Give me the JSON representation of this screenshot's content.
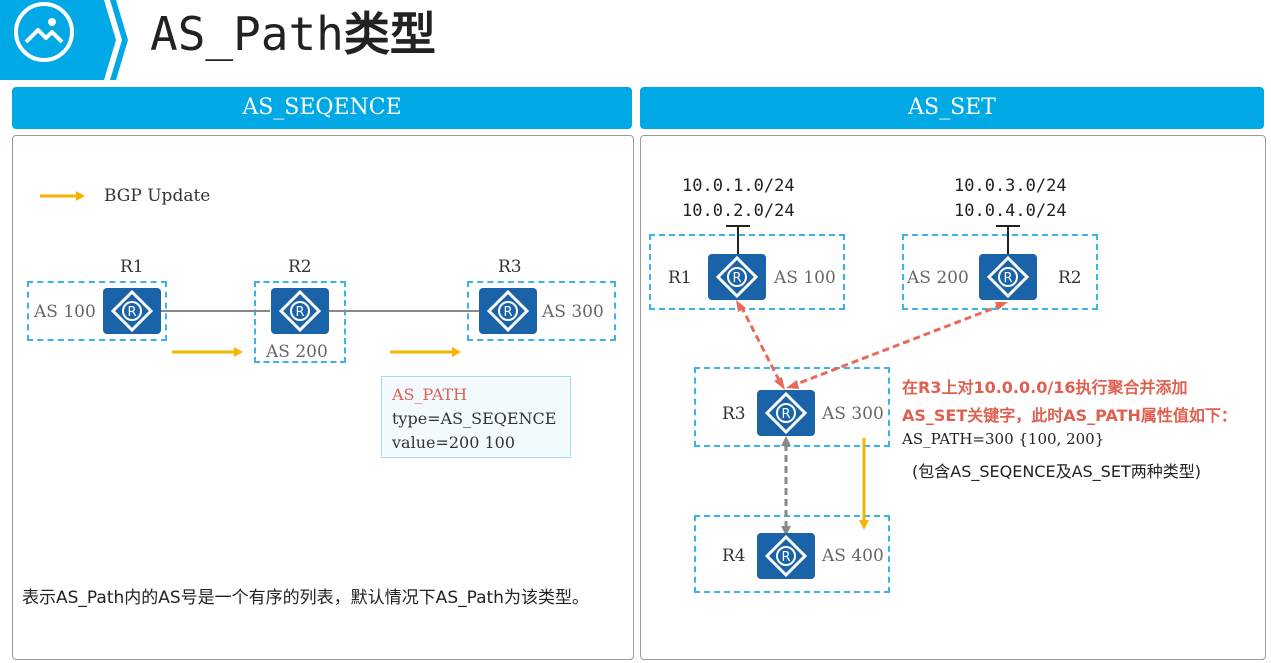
{
  "header": {
    "title_prefix": "AS_Path",
    "title_suffix": "类型",
    "icon": "image-icon",
    "accent_color": "#00a9e6"
  },
  "left": {
    "heading": "AS_SEQENCE",
    "legend_label": "BGP Update",
    "routers": [
      {
        "name": "R1",
        "as": "AS 100"
      },
      {
        "name": "R2",
        "as": "AS 200"
      },
      {
        "name": "R3",
        "as": "AS 300"
      }
    ],
    "aspath_box": {
      "title": "AS_PATH",
      "line1": "type=AS_SEQENCE",
      "line2": "value=200 100"
    },
    "description": "表示AS_Path内的AS号是一个有序的列表，默认情况下AS_Path为该类型。"
  },
  "right": {
    "heading": "AS_SET",
    "r1_prefixes": [
      "10.0.1.0/24",
      "10.0.2.0/24"
    ],
    "r2_prefixes": [
      "10.0.3.0/24",
      "10.0.4.0/24"
    ],
    "routers": [
      {
        "name": "R1",
        "as": "AS 100"
      },
      {
        "name": "R2",
        "as": "AS 200"
      },
      {
        "name": "R3",
        "as": "AS 300"
      },
      {
        "name": "R4",
        "as": "AS 400"
      }
    ],
    "note_line1": "在R3上对10.0.0.0/16执行聚合并添加",
    "note_line2": "AS_SET关键字，此时AS_PATH属性值如下：",
    "note_line3": "AS_PATH=300 {100, 200}",
    "note_line4": "(包含AS_SEQENCE及AS_SET两种类型)"
  },
  "colors": {
    "router_blue": "#1a63a8",
    "dashed_box": "#3ab4e4",
    "update_arrow": "#f5b400",
    "ebgp_link": "#e86a5a",
    "ibgp_link": "#888888",
    "note_red": "#e06050"
  }
}
